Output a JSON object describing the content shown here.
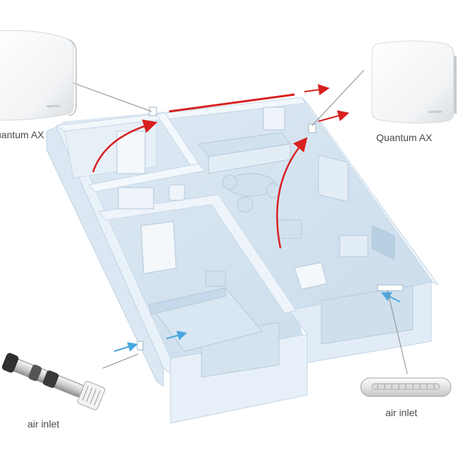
{
  "labels": {
    "fan_left": "uantum AX",
    "fan_right": "Quantum AX",
    "inlet_left": "air inlet",
    "inlet_right": "air inlet"
  },
  "fan_badge": "quantum",
  "colors": {
    "wall": "#e4eef7",
    "wall_top": "#f3f8fc",
    "floor": "#d6e5f1",
    "exhaust_arrow": "#d82020",
    "intake_arrow": "#4aa8e0",
    "leader_line": "#8a8a8a",
    "label_text": "#4a4a4a"
  }
}
